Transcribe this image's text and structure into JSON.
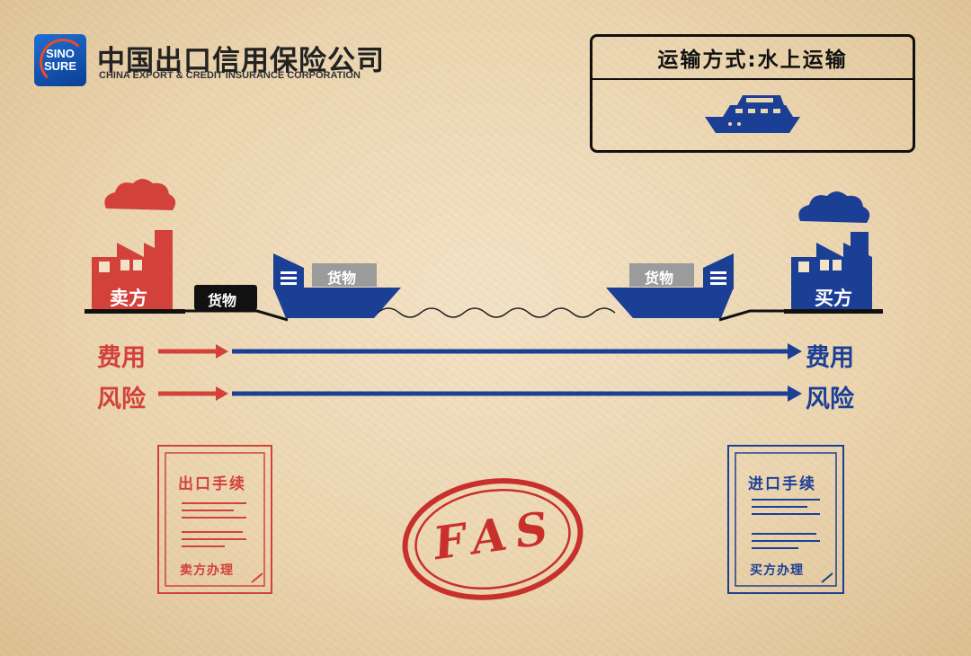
{
  "brand": {
    "logo_text_line1": "SINO",
    "logo_text_line2": "SURE",
    "name_cn": "中国出口信用保险公司",
    "name_en": "CHINA EXPORT & CREDIT INSURANCE CORPORATION"
  },
  "transport": {
    "title": "运输方式:水上运输",
    "icon": "yacht-icon"
  },
  "seller": {
    "label": "卖方",
    "icon": "factory-icon"
  },
  "buyer": {
    "label": "买方",
    "icon": "factory-icon"
  },
  "cargo_label": "货物",
  "ship_left_cargo": "货物",
  "ship_right_cargo": "货物",
  "rows": {
    "cost_left": "费用",
    "cost_right": "费用",
    "risk_left": "风险",
    "risk_right": "风险"
  },
  "export_doc": {
    "title": "出口手续",
    "footer": "卖方办理"
  },
  "import_doc": {
    "title": "进口手续",
    "footer": "买方办理"
  },
  "stamp": "FAS",
  "colors": {
    "seller_red": "#d2423b",
    "buyer_blue": "#1c3f96",
    "paper": "#ecd6b1"
  }
}
